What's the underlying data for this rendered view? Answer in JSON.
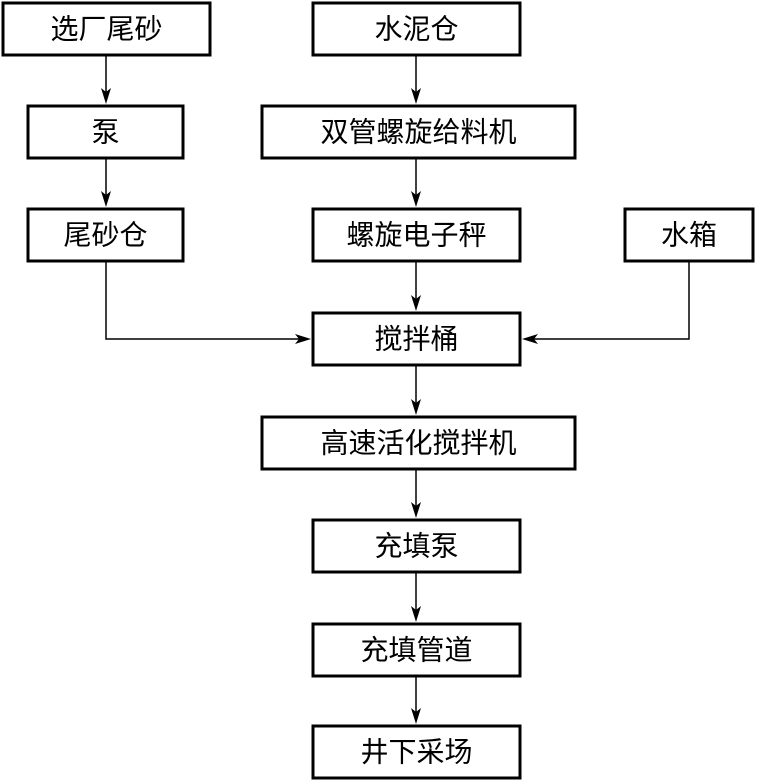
{
  "nodes": {
    "tailings_source": "选厂尾砂",
    "cement_silo": "水泥仓",
    "pump": "泵",
    "twin_screw_feeder": "双管螺旋给料机",
    "tailings_silo": "尾砂仓",
    "screw_scale": "螺旋电子秤",
    "water_tank": "水箱",
    "mixing_tank": "搅拌桶",
    "high_speed_mixer": "高速活化搅拌机",
    "fill_pump": "充填泵",
    "fill_pipeline": "充填管道",
    "stope": "井下采场"
  },
  "colors": {
    "line": "#000000",
    "background": "#ffffff"
  }
}
